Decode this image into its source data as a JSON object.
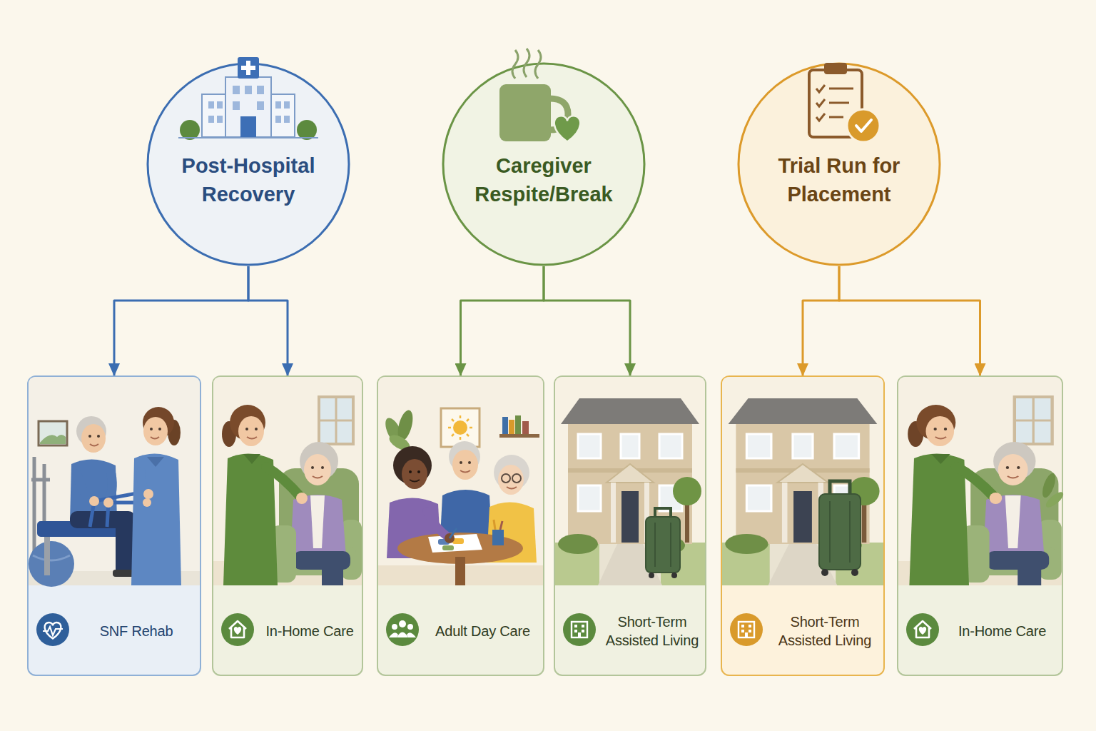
{
  "diagram": {
    "nodes": [
      {
        "text": [
          "Post-Hospital Recovery"
        ]
      },
      {
        "text": [
          "Caregiver Respite/Break"
        ]
      },
      {
        "text": [
          "Trial Run for Placement"
        ]
      },
      {
        "text": [
          "SNF Rehab"
        ]
      },
      {
        "text": [
          "In-Home Care"
        ]
      },
      {
        "text": [
          "Adult Day Care"
        ]
      },
      {
        "text": [
          "Short-Term Assisted Living"
        ]
      },
      {
        "text": [
          "Short-Term Assisted Living"
        ]
      },
      {
        "text": [
          "In-Home Care"
        ]
      }
    ],
    "edges": [
      {
        "from": 0,
        "to": 3,
        "arrow": "to"
      },
      {
        "from": 0,
        "to": 4,
        "arrow": "to"
      },
      {
        "from": 1,
        "to": 5,
        "arrow": "to"
      },
      {
        "from": 1,
        "to": 6,
        "arrow": "to"
      },
      {
        "from": 2,
        "to": 7,
        "arrow": "to"
      },
      {
        "from": 2,
        "to": 8,
        "arrow": "to"
      }
    ]
  }
}
